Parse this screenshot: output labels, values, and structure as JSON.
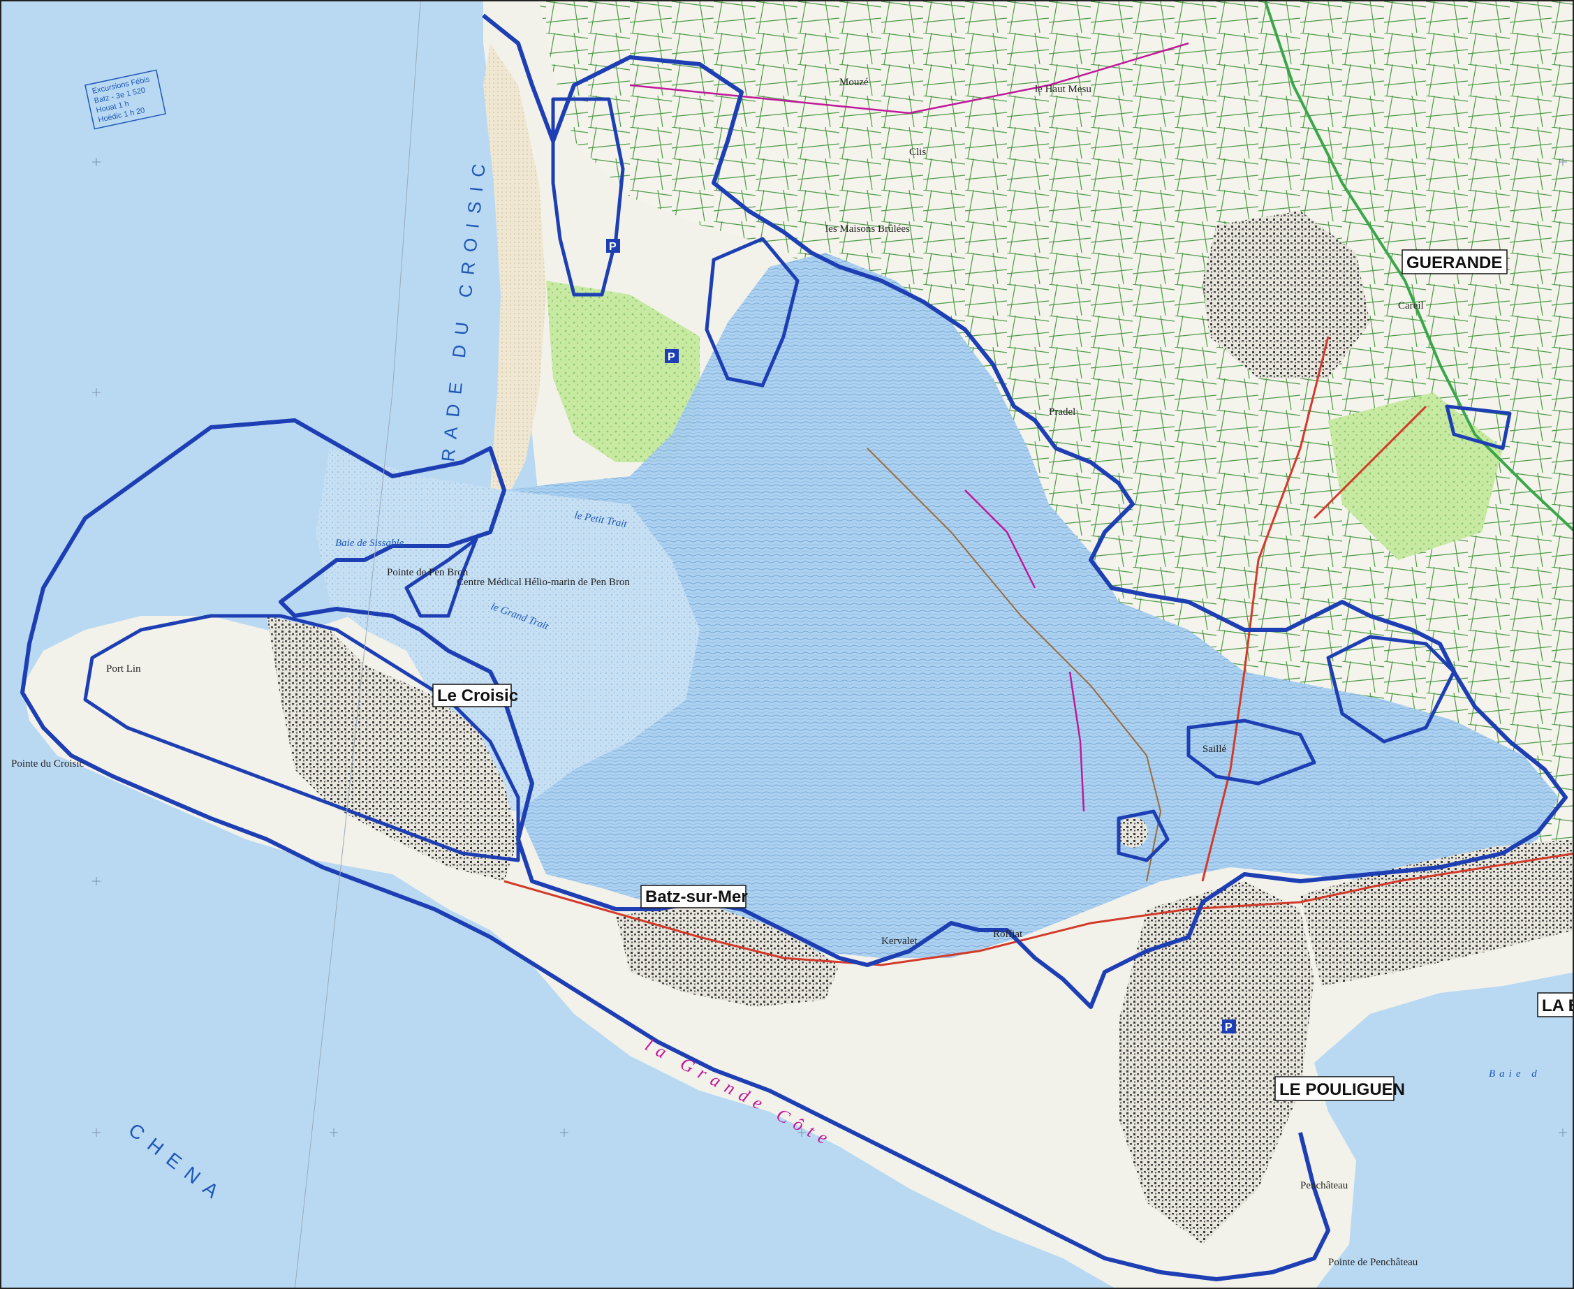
{
  "colors": {
    "sea": "#b9d9f3",
    "sea_deep": "#a9cdee",
    "land": "#f3f2ea",
    "woods": "#c9eaa5",
    "urban": "#5b5b5b",
    "salt_marsh": "#9ec6ea",
    "boundary": "#1e3fb3",
    "road_red": "#d23a2a",
    "road_main_green": "#3aa64a",
    "magenta": "#c0189a",
    "poi_blue": "#1e3fb3"
  },
  "labels": {
    "towns": {
      "guerande": "GUERANDE",
      "le_croisic": "Le Croisic",
      "batz_sur_mer": "Batz-sur-Mer",
      "le_pouliguen": "LE POULIGUEN",
      "la_baule_fragment": "LA B"
    },
    "sea": {
      "rade_du_croisic": "RADE DU CROISIC",
      "chenal": "CHENA",
      "la_grande_cote": "la Grande Côte",
      "baie_du_pouliguen_fragment": "Baie d"
    },
    "places": {
      "pointe_du_croisic": "Pointe du Croisic",
      "pointe_de_pen_bron": "Pointe de Pen Bron",
      "centre_medical": "Centre Médical Hélio-marin de Pen Bron",
      "port_lin": "Port Lin",
      "le_grand_trait": "le Grand Trait",
      "le_petit_trait": "le Petit Trait",
      "saille": "Saillé",
      "penchateau": "Penchâteau",
      "pointe_de_penchateau": "Pointe de Penchâteau",
      "baie_de_sissable": "Baie de Sissable",
      "kervalet": "Kervalet",
      "clis": "Clis",
      "pradel": "Pradel",
      "le_haut_mesu": "le Haut Mesu",
      "la_turballe_road": "Mouzé",
      "careil": "Careil",
      "le_roffiat": "Roffiat",
      "les_maisons_brulees": "les Maisons Brûlées"
    },
    "note": {
      "line1": "Excursions Fébis",
      "line2": "Batz - 3e 1 520",
      "line3": "Houat 1 h",
      "line4": "Hoëdic 1 h 20"
    },
    "poi": {
      "parking": "P"
    }
  }
}
